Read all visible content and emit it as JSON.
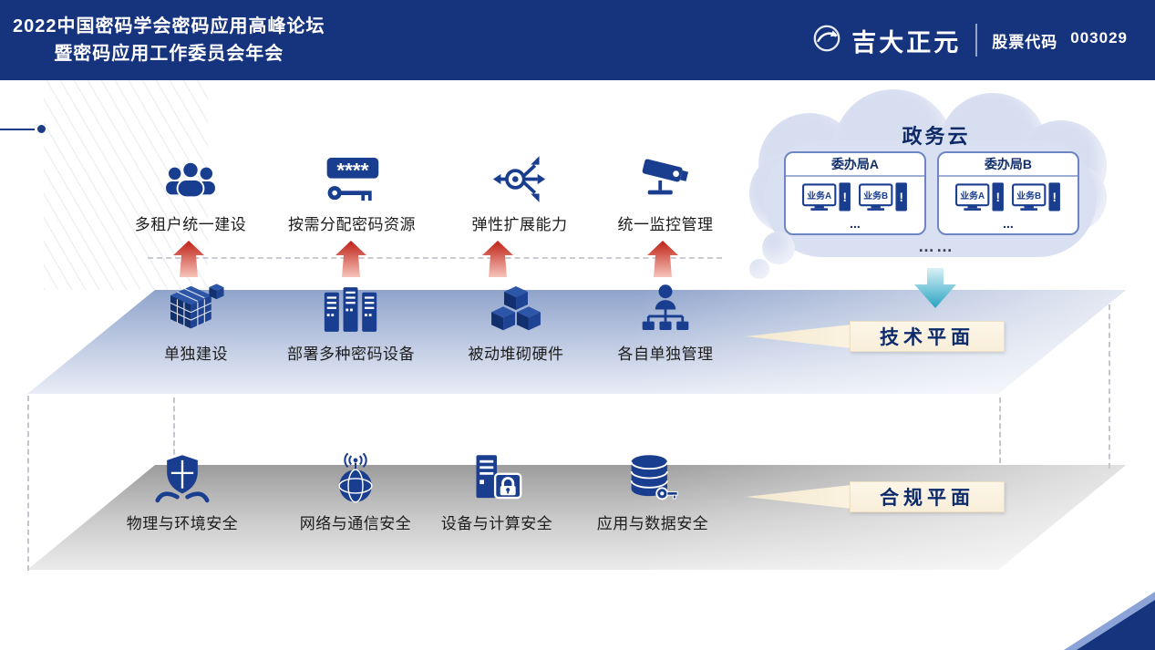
{
  "header": {
    "title_line1": "2022中国密码学会密码应用高峰论坛",
    "title_line2": "暨密码应用工作委员会年会",
    "brand_name": "吉大正元",
    "stock_label": "股票代码",
    "stock_code": "003029"
  },
  "goals": {
    "items": [
      {
        "label": "多租户统一建设",
        "icon": "users-icon"
      },
      {
        "label": "按需分配密码资源",
        "icon": "password-key-icon",
        "stars": "****"
      },
      {
        "label": "弹性扩展能力",
        "icon": "elastic-expand-icon"
      },
      {
        "label": "统一监控管理",
        "icon": "cctv-icon"
      }
    ]
  },
  "tech_plane": {
    "label": "技术平面",
    "items": [
      {
        "label": "单独建设",
        "icon": "cube-icon"
      },
      {
        "label": "部署多种密码设备",
        "icon": "servers-icon"
      },
      {
        "label": "被动堆砌硬件",
        "icon": "blocks-icon"
      },
      {
        "label": "各自单独管理",
        "icon": "admin-tree-icon"
      }
    ]
  },
  "compliance_plane": {
    "label": "合规平面",
    "items": [
      {
        "label": "物理与环境安全",
        "icon": "shield-hands-icon"
      },
      {
        "label": "网络与通信安全",
        "icon": "globe-signal-icon"
      },
      {
        "label": "设备与计算安全",
        "icon": "server-lock-icon"
      },
      {
        "label": "应用与数据安全",
        "icon": "database-key-icon"
      }
    ]
  },
  "cloud": {
    "title": "政务云",
    "alert_mark": "!",
    "ellipsis": "……",
    "groups": [
      {
        "name": "委办局A",
        "services": [
          "业务A",
          "业务B"
        ],
        "more": "..."
      },
      {
        "name": "委办局B",
        "services": [
          "业务A",
          "业务B"
        ],
        "more": "..."
      }
    ]
  },
  "colors": {
    "header_bg": "#16337e",
    "icon_blue": "#1a3e8f",
    "arrow_red_dark": "#bf2015",
    "arrow_red_light": "#f6c4ba",
    "teal_dark": "#27a3c2",
    "teal_light": "#d9f1f6",
    "cloud_bg": "#d9e0f1",
    "callout_bg": "#fbf2e0",
    "callout_text": "#0d2a6b",
    "plane_blue_top": "#8fa3cb",
    "plane_blue_bottom": "#e8ecf6",
    "plane_gray_top": "#9c9c9c",
    "plane_gray_bottom": "#ebebeb"
  }
}
